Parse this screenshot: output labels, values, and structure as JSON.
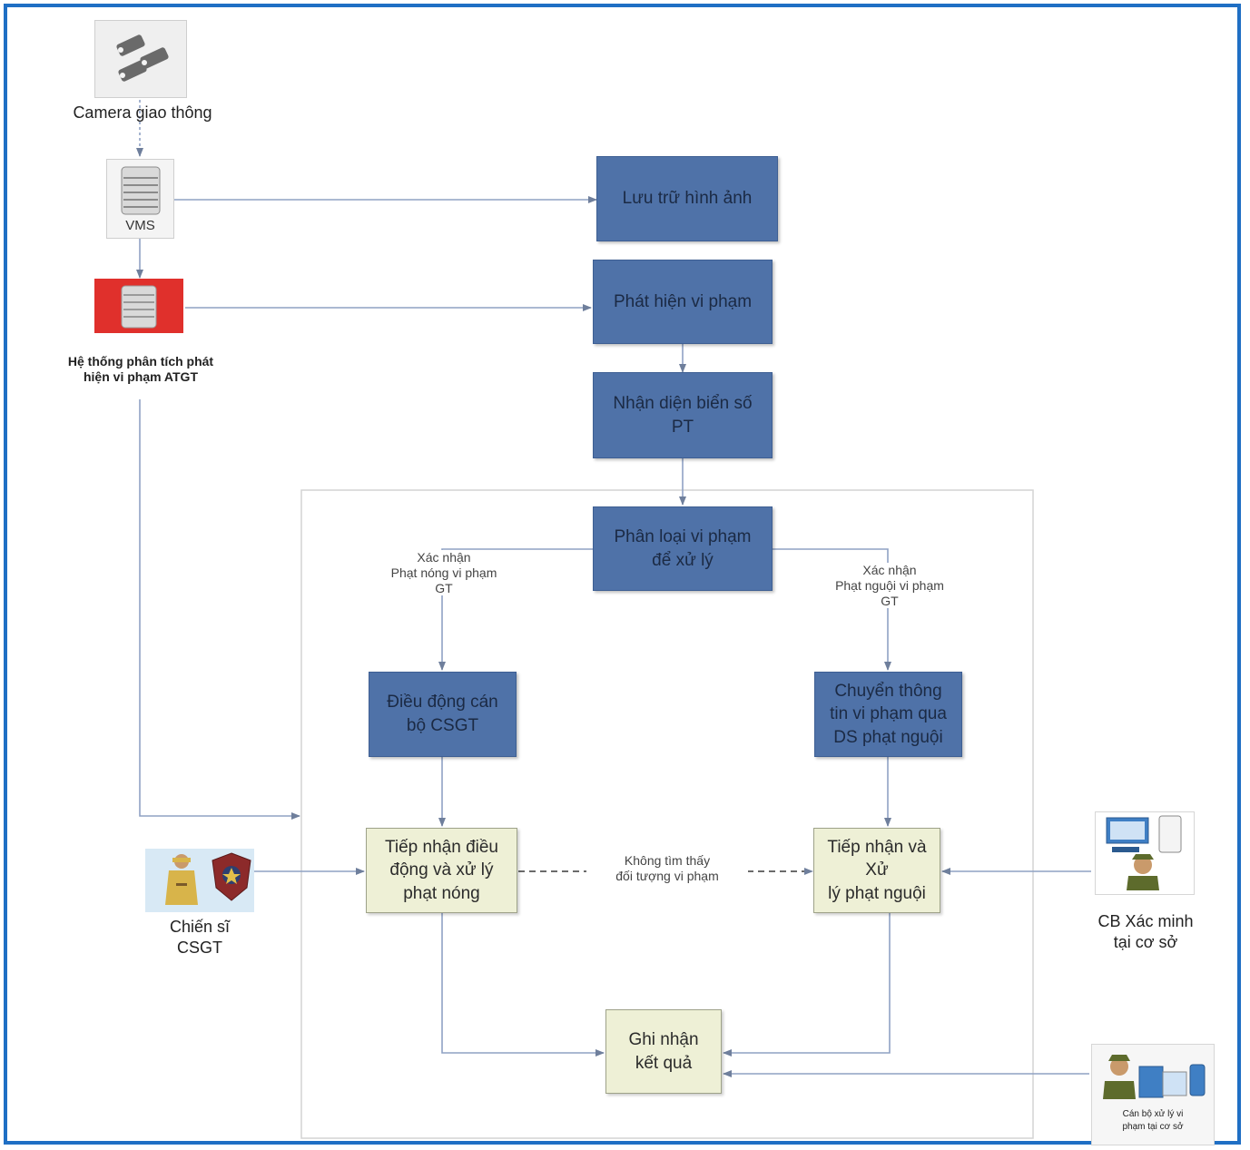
{
  "nodes": {
    "camera": "Camera giao thông",
    "vms": "VMS",
    "analysis": "Hệ thống phân tích phát\nhiện vi phạm ATGT",
    "storage": "Lưu trữ hình ảnh",
    "detect": "Phát hiện vi phạm",
    "plate": "Nhận diện biển số\nPT",
    "classify": "Phân loại vi phạm\nđể xử lý",
    "dispatch": "Điều động cán\nbộ CSGT",
    "transfer": "Chuyển thông\ntin vi phạm qua\nDS phạt nguội",
    "hot_handle": "Tiếp nhận điều\nđộng và xử lý\nphạt nóng",
    "cold_handle": "Tiếp nhận và Xử\nlý phạt nguội",
    "record": "Ghi nhận\nkết quả"
  },
  "edge_labels": {
    "confirm_hot": "Xác nhận\nPhạt nóng vi phạm\nGT",
    "confirm_cold": "Xác nhận\nPhạt nguội vi phạm\nGT",
    "not_found": "Không tìm thấy\nđối tượng vi phạm"
  },
  "actors": {
    "officer": "Chiến sĩ\nCSGT",
    "verifier": "CB Xác minh\ntại cơ sở",
    "processor": "Cán bộ xử lý vi\nphạm tại cơ sở"
  },
  "icons": {
    "camera": "cctv-cameras-icon",
    "vms": "server-icon",
    "analysis": "analysis-server-icon",
    "officer": "traffic-police-icon",
    "badge": "police-badge-icon",
    "verifier": "verification-officer-icon",
    "processor": "processing-officer-icon"
  },
  "colors": {
    "frame": "#1f6fc4",
    "process_box": "#4f72a8",
    "handling_box": "#eef0d6",
    "analysis_server": "#e0302c",
    "connector": "#8fa2c4"
  }
}
